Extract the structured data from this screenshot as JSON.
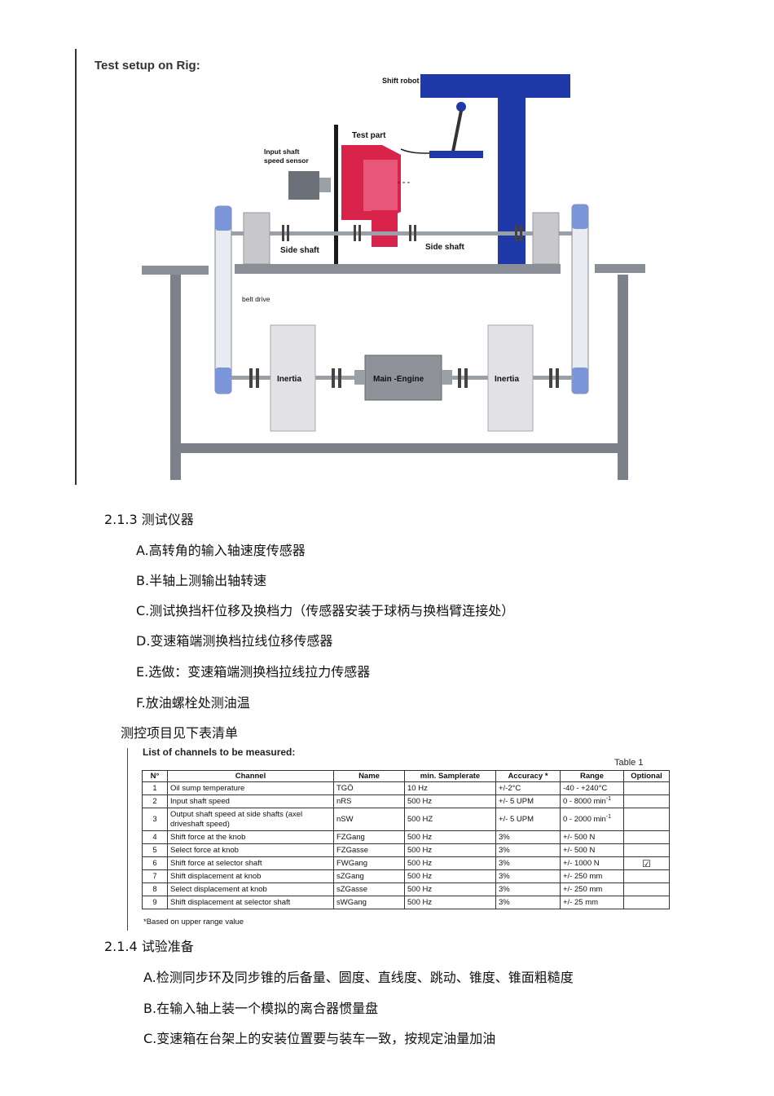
{
  "figure": {
    "title": "Test setup on Rig:",
    "labels": {
      "shift_robot": "Shift  robot",
      "test_part": "Test part",
      "input_sensor_line1": "Input shaft",
      "input_sensor_line2": "speed sensor",
      "side_shaft_left": "Side shaft",
      "side_shaft_right": "Side shaft",
      "belt_drive": "belt drive",
      "inertia_left": "Inertia",
      "main_engine": "Main -Engine",
      "inertia_right": "Inertia"
    },
    "colors": {
      "robot": "#1f3aa8",
      "test_part": "#d8234a",
      "frame": "#7c8088",
      "shaft": "#9aa0a8"
    }
  },
  "section_213": {
    "heading": "2.1.3  测试仪器",
    "items": [
      "A.高转角的输入轴速度传感器",
      "B.半轴上测输出轴转速",
      "C.测试换挡杆位移及换档力（传感器安装于球柄与换档臂连接处）",
      "D.变速箱端测换档拉线位移传感器",
      "E.选做：变速箱端测换档拉线拉力传感器",
      "F.放油螺栓处测油温"
    ],
    "note": "测控项目见下表清单"
  },
  "table": {
    "title": "List of channels to be measured:",
    "number": "Table 1",
    "headers": [
      "N°",
      "Channel",
      "Name",
      "min. Samplerate",
      "Accuracy *",
      "Range",
      "Optional"
    ],
    "rows": [
      {
        "n": "1",
        "channel": "Oil sump temperature",
        "name": "TGÖ",
        "rate": "10 Hz",
        "accuracy": "+/-2°C",
        "range": "-40 - +240°C",
        "optional": ""
      },
      {
        "n": "2",
        "channel": "Input shaft speed",
        "name": "nRS",
        "rate": "500 Hz",
        "accuracy": "+/- 5 UPM",
        "range": "0 - 8000 min",
        "range_sup": "-1",
        "optional": ""
      },
      {
        "n": "3",
        "channel": "Output shaft speed at side shafts (axel driveshaft speed)",
        "name": "nSW",
        "rate": "500 HZ",
        "accuracy": "+/- 5 UPM",
        "range": "0 - 2000 min",
        "range_sup": "-1",
        "optional": ""
      },
      {
        "n": "4",
        "channel": "Shift force at the knob",
        "name": "FZGang",
        "rate": "500 Hz",
        "accuracy": "3%",
        "range": "+/- 500 N",
        "optional": ""
      },
      {
        "n": "5",
        "channel": "Select force at knob",
        "name": "FZGasse",
        "rate": "500 Hz",
        "accuracy": "3%",
        "range": "+/- 500 N",
        "optional": ""
      },
      {
        "n": "6",
        "channel": "Shift force at selector shaft",
        "name": "FWGang",
        "rate": "500 Hz",
        "accuracy": "3%",
        "range": "+/- 1000 N",
        "optional": "☑"
      },
      {
        "n": "7",
        "channel": "Shift displacement at knob",
        "name": "sZGang",
        "rate": "500 Hz",
        "accuracy": "3%",
        "range": "+/- 250 mm",
        "optional": ""
      },
      {
        "n": "8",
        "channel": "Select displacement at knob",
        "name": "sZGasse",
        "rate": "500 Hz",
        "accuracy": "3%",
        "range": "+/- 250 mm",
        "optional": ""
      },
      {
        "n": "9",
        "channel": "Shift displacement at selector shaft",
        "name": "sWGang",
        "rate": "500 Hz",
        "accuracy": "3%",
        "range": "+/- 25 mm",
        "optional": ""
      }
    ],
    "footnote": "*Based on upper range value"
  },
  "section_214": {
    "heading": "2.1.4  试验准备",
    "items": [
      "A.检测同步环及同步锥的后备量、圆度、直线度、跳动、锥度、锥面粗糙度",
      "B.在输入轴上装一个模拟的离合器惯量盘",
      "C.变速箱在台架上的安装位置要与装车一致，按规定油量加油"
    ]
  }
}
